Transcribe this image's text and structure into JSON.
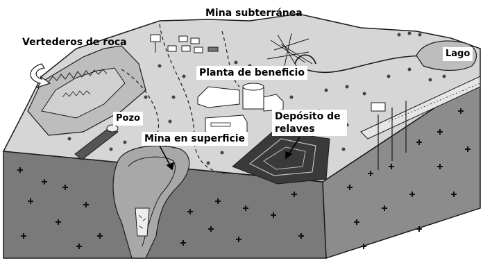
{
  "labels": {
    "mina_subterranea": "Mina subterránea",
    "vertederos_de_roca": "Vertederos de roca",
    "lago": "Lago",
    "planta_de_beneficio": "Planta de beneficio",
    "pozo": "Pozo",
    "deposito_de_relaves_line1": "Depósito de",
    "deposito_de_relaves_line2": "relaves",
    "mina_en_superficie": "Mina en superficie"
  },
  "colors": {
    "surface": "#d6d6d6",
    "front_face": "#7a7a7a",
    "right_face": "#8c8c8c",
    "outline": "#1a1a1a",
    "tailings": "#3a3a3a",
    "label_text": "#000000"
  }
}
